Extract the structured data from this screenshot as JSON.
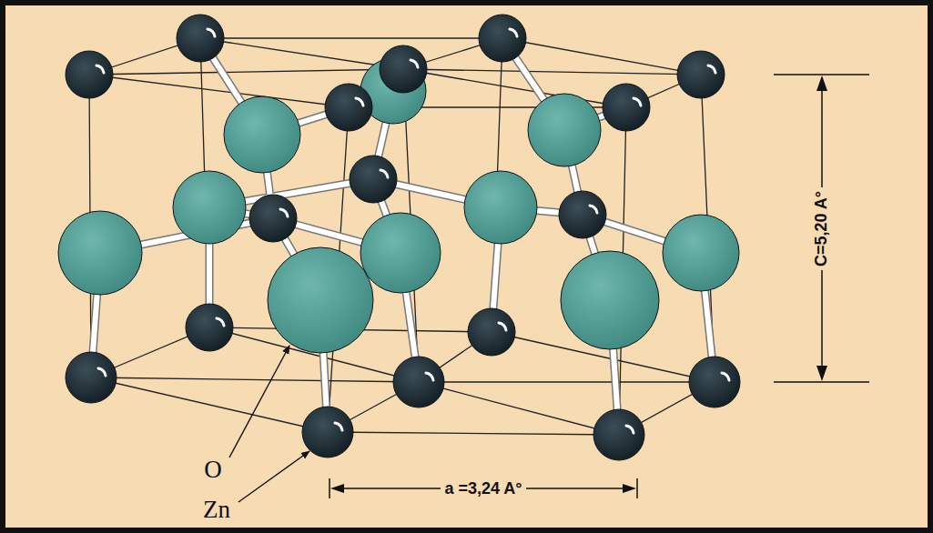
{
  "diagram": {
    "labels": [
      "C=5,20 A°",
      "a =3,24 A°",
      "O",
      "Zn"
    ]
  }
}
